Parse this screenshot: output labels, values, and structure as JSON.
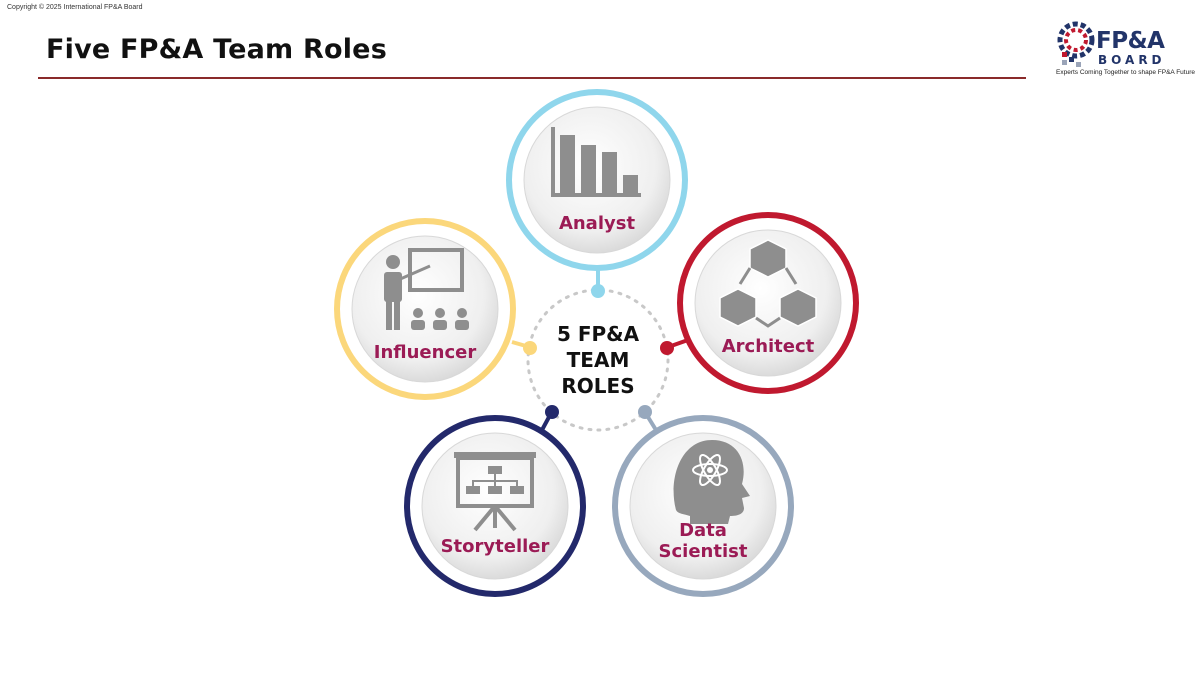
{
  "copyright": "Copyright © 2025 International FP&A Board",
  "title": "Five FP&A Team Roles",
  "logo": {
    "text": "FP&A",
    "sub": "BOARD",
    "tagline": "Experts Coming Together to shape FP&A Future"
  },
  "center": {
    "lines": [
      "5 FP&A",
      "TEAM",
      "ROLES"
    ]
  },
  "colors": {
    "analyst": "#8fd6ec",
    "architect": "#c0192f",
    "data_scientist": "#97a8bd",
    "storyteller": "#23296b",
    "influencer": "#fbd77b",
    "label": "#9b1b55",
    "icon": "#8e8e8e"
  },
  "roles": {
    "analyst": {
      "label": "Analyst",
      "icon": "bar-chart-icon"
    },
    "architect": {
      "label": "Architect",
      "icon": "cubes-network-icon"
    },
    "data_scientist": {
      "label_line1": "Data",
      "label_line2": "Scientist",
      "icon": "head-atom-icon"
    },
    "storyteller": {
      "label": "Storyteller",
      "icon": "presentation-board-icon"
    },
    "influencer": {
      "label": "Influencer",
      "icon": "teacher-audience-icon"
    }
  }
}
